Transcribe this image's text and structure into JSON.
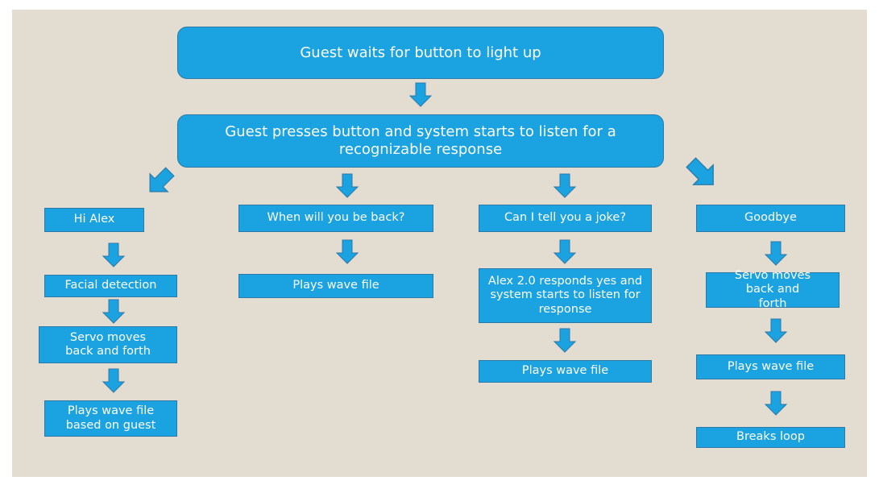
{
  "colors": {
    "box_fill": "#1aa3e0",
    "box_border": "#2c79a8",
    "arrow": "#1aa3e0",
    "background": "#e3dcd0"
  },
  "nodes": {
    "wait": "Guest waits for button to light up",
    "press": "Guest presses button and system starts to listen for a recognizable response",
    "hi_alex": "Hi Alex",
    "facial_detection": "Facial detection",
    "servo_1": "Servo moves back and forth",
    "plays_based_on_guest": "Plays wave file based on guest",
    "when_back": "When will you be back?",
    "plays_2": "Plays wave file",
    "joke": "Can I tell you a joke?",
    "alex_responds": "Alex 2.0 responds yes and system starts to listen for response",
    "plays_3": "Plays wave file",
    "goodbye": "Goodbye",
    "servo_2": "Servo moves back and forth",
    "plays_4": "Plays wave file",
    "breaks_loop": "Breaks loop"
  }
}
